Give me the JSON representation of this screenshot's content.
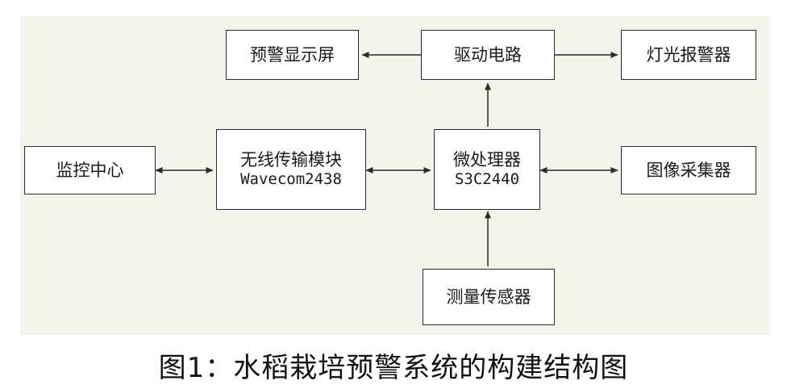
{
  "nodes": {
    "warning_display": {
      "label": "预警显示屏"
    },
    "driver_circuit": {
      "label": "驱动电路"
    },
    "light_alarm": {
      "label": "灯光报警器"
    },
    "monitoring_center": {
      "label": "监控中心"
    },
    "wireless_module": {
      "label": "无线传输模块",
      "sub": "Wavecom2438"
    },
    "microprocessor": {
      "label": "微处理器",
      "sub": "S3C2440"
    },
    "image_collector": {
      "label": "图像采集器"
    },
    "measurement_sensor": {
      "label": "测量传感器"
    }
  },
  "edges": [
    {
      "from": "driver_circuit",
      "to": "warning_display",
      "direction": "forward"
    },
    {
      "from": "driver_circuit",
      "to": "light_alarm",
      "direction": "forward"
    },
    {
      "from": "microprocessor",
      "to": "driver_circuit",
      "direction": "forward"
    },
    {
      "from": "monitoring_center",
      "to": "wireless_module",
      "direction": "both"
    },
    {
      "from": "wireless_module",
      "to": "microprocessor",
      "direction": "both"
    },
    {
      "from": "microprocessor",
      "to": "image_collector",
      "direction": "both"
    },
    {
      "from": "measurement_sensor",
      "to": "microprocessor",
      "direction": "forward"
    }
  ],
  "caption": "图1：水稻栽培预警系统的构建结构图",
  "colors": {
    "background": "#f4f4ed",
    "box_fill": "#ffffff",
    "stroke": "#2a2a2a"
  }
}
